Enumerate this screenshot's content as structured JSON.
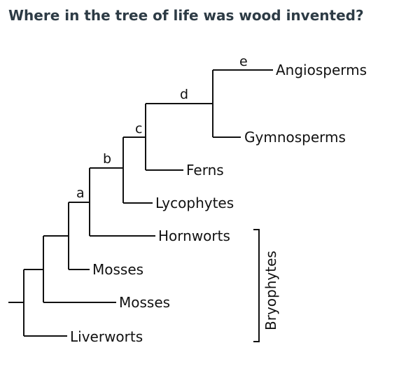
{
  "question": "Where in the tree of life was wood invented?",
  "nodes": {
    "a": "a",
    "b": "b",
    "c": "c",
    "d": "d",
    "e": "e"
  },
  "taxa": {
    "angiosperms": "Angiosperms",
    "gymnosperms": "Gymnosperms",
    "ferns": "Ferns",
    "lycophytes": "Lycophytes",
    "hornworts": "Hornworts",
    "mosses_1": "Mosses",
    "mosses_2": "Mosses",
    "liverworts": "Liverworts"
  },
  "bryophytes_label": "Bryophytes"
}
